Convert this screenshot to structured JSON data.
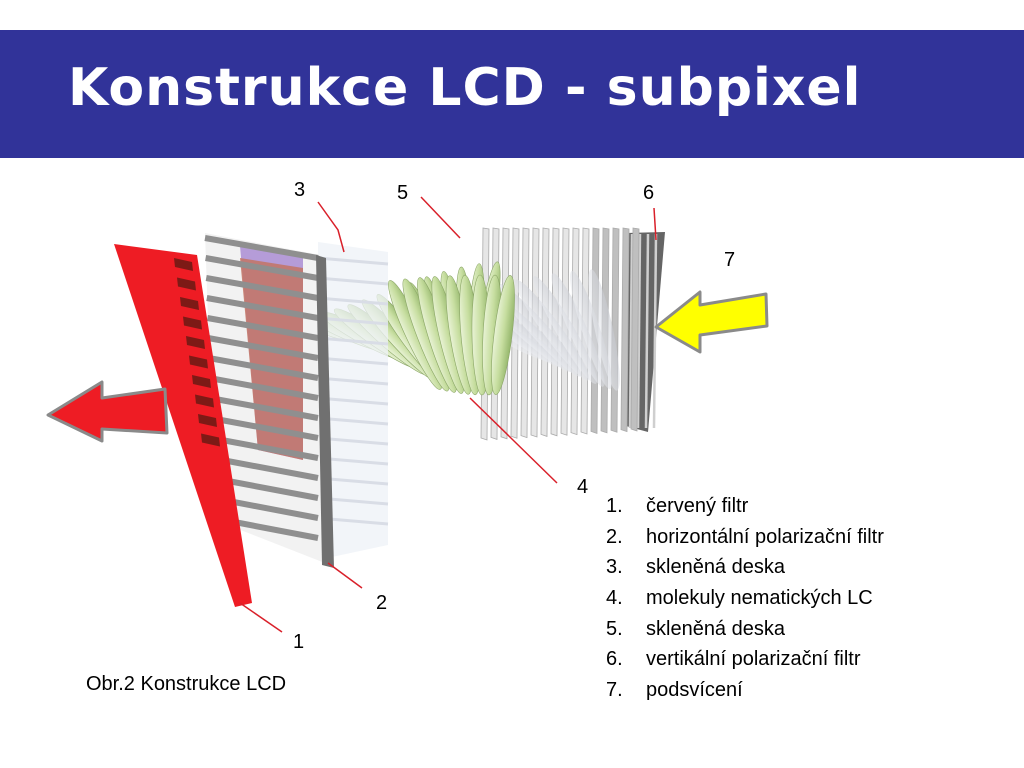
{
  "title": "Konstrukce LCD - subpixel",
  "callouts": [
    "1",
    "2",
    "3",
    "4",
    "5",
    "6",
    "7"
  ],
  "legend": [
    {
      "number": "1.",
      "label": "červený filtr"
    },
    {
      "number": "2.",
      "label": "horizontální polarizační filtr"
    },
    {
      "number": "3.",
      "label": "skleněná deska"
    },
    {
      "number": "4.",
      "label": "molekuly nematických LC"
    },
    {
      "number": "5.",
      "label": "skleněná deska"
    },
    {
      "number": "6.",
      "label": "vertikální polarizační filtr"
    },
    {
      "number": "7.",
      "label": "podsvícení"
    }
  ],
  "caption": "Obr.2 Konstrukce LCD",
  "colors": {
    "title_bar": "#313399",
    "title_text": "#ffffff",
    "red_filter": "#ee1c24",
    "output_arrow": "#ee1c24",
    "backlight_arrow": "#ffff00",
    "molecules": "#c7dea0",
    "leader_lines": "#d9202a"
  },
  "icons": {
    "output_arrow": "red-left-arrow",
    "input_arrow": "yellow-left-arrow"
  }
}
